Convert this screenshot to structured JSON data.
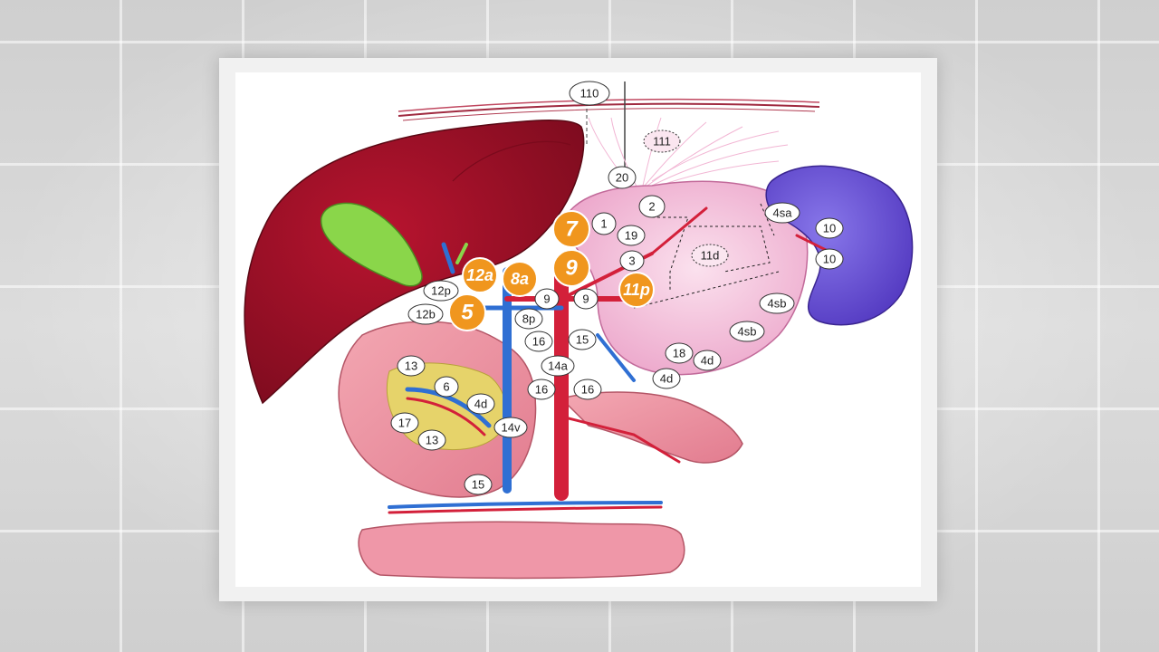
{
  "nodes": [
    {
      "id": "n110",
      "label": "110",
      "highlight": false
    },
    {
      "id": "n111",
      "label": "111",
      "highlight": false
    },
    {
      "id": "n20",
      "label": "20",
      "highlight": false
    },
    {
      "id": "n2",
      "label": "2",
      "highlight": false
    },
    {
      "id": "n7",
      "label": "7",
      "highlight": true
    },
    {
      "id": "n1",
      "label": "1",
      "highlight": false
    },
    {
      "id": "n19",
      "label": "19",
      "highlight": false
    },
    {
      "id": "n9a",
      "label": "9",
      "highlight": true
    },
    {
      "id": "n3",
      "label": "3",
      "highlight": false
    },
    {
      "id": "n11p",
      "label": "11p",
      "highlight": true
    },
    {
      "id": "n11d",
      "label": "11d",
      "highlight": false
    },
    {
      "id": "n4sa",
      "label": "4sa",
      "highlight": false
    },
    {
      "id": "n10a",
      "label": "10",
      "highlight": false
    },
    {
      "id": "n10b",
      "label": "10",
      "highlight": false
    },
    {
      "id": "n4sb1",
      "label": "4sb",
      "highlight": false
    },
    {
      "id": "n4sb2",
      "label": "4sb",
      "highlight": false
    },
    {
      "id": "n12a",
      "label": "12a",
      "highlight": true
    },
    {
      "id": "n8a",
      "label": "8a",
      "highlight": true
    },
    {
      "id": "n12p",
      "label": "12p",
      "highlight": false
    },
    {
      "id": "n12b",
      "label": "12b",
      "highlight": false
    },
    {
      "id": "n5",
      "label": "5",
      "highlight": true
    },
    {
      "id": "n9b",
      "label": "9",
      "highlight": false
    },
    {
      "id": "n9c",
      "label": "9",
      "highlight": false
    },
    {
      "id": "n8p",
      "label": "8p",
      "highlight": false
    },
    {
      "id": "n16a",
      "label": "16",
      "highlight": false
    },
    {
      "id": "n15a",
      "label": "15",
      "highlight": false
    },
    {
      "id": "n14a",
      "label": "14a",
      "highlight": false
    },
    {
      "id": "n16b",
      "label": "16",
      "highlight": false
    },
    {
      "id": "n16c",
      "label": "16",
      "highlight": false
    },
    {
      "id": "n18",
      "label": "18",
      "highlight": false
    },
    {
      "id": "n4d1",
      "label": "4d",
      "highlight": false
    },
    {
      "id": "n4d2",
      "label": "4d",
      "highlight": false
    },
    {
      "id": "n13a",
      "label": "13",
      "highlight": false
    },
    {
      "id": "n6",
      "label": "6",
      "highlight": false
    },
    {
      "id": "n4d3",
      "label": "4d",
      "highlight": false
    },
    {
      "id": "n17",
      "label": "17",
      "highlight": false
    },
    {
      "id": "n14v",
      "label": "14v",
      "highlight": false
    },
    {
      "id": "n13b",
      "label": "13",
      "highlight": false
    },
    {
      "id": "n15b",
      "label": "15",
      "highlight": false
    }
  ],
  "colors": {
    "liver": "#a3122a",
    "gallbladder": "#8ad64a",
    "stomach": "#f7c2dc",
    "spleen": "#6f55d6",
    "duodenum": "#ef8fa0",
    "pancreas_tissue": "#e6d36a",
    "artery": "#d3203a",
    "vein": "#2f6fd3",
    "highlight_node": "#f0961e"
  }
}
